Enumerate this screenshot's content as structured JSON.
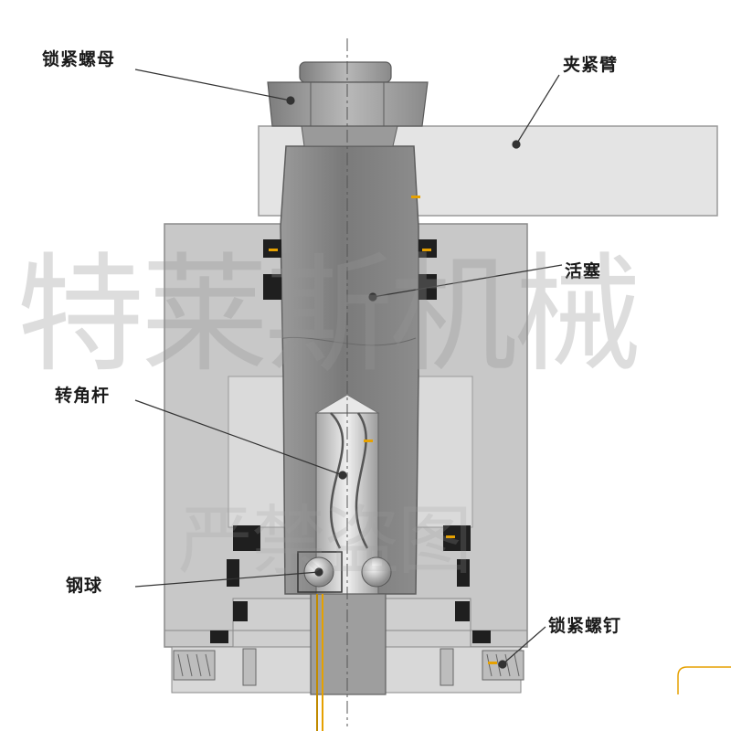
{
  "labels": {
    "lock_nut": "锁紧螺母",
    "clamp_arm": "夹紧臂",
    "piston": "活塞",
    "rotation_rod": "转角杆",
    "steel_ball": "钢球",
    "lock_screw": "锁紧螺钉"
  },
  "watermark": {
    "main": "特莱斯机械",
    "sub": "严禁盗图"
  },
  "colors": {
    "body": "#c8c8c8",
    "body_inner": "#dcdcdc",
    "piston": "#8e8e8e",
    "arm": "#e4e4e4",
    "seal": "#1f1f1f",
    "accent": "#e6a100",
    "line": "#333333"
  }
}
